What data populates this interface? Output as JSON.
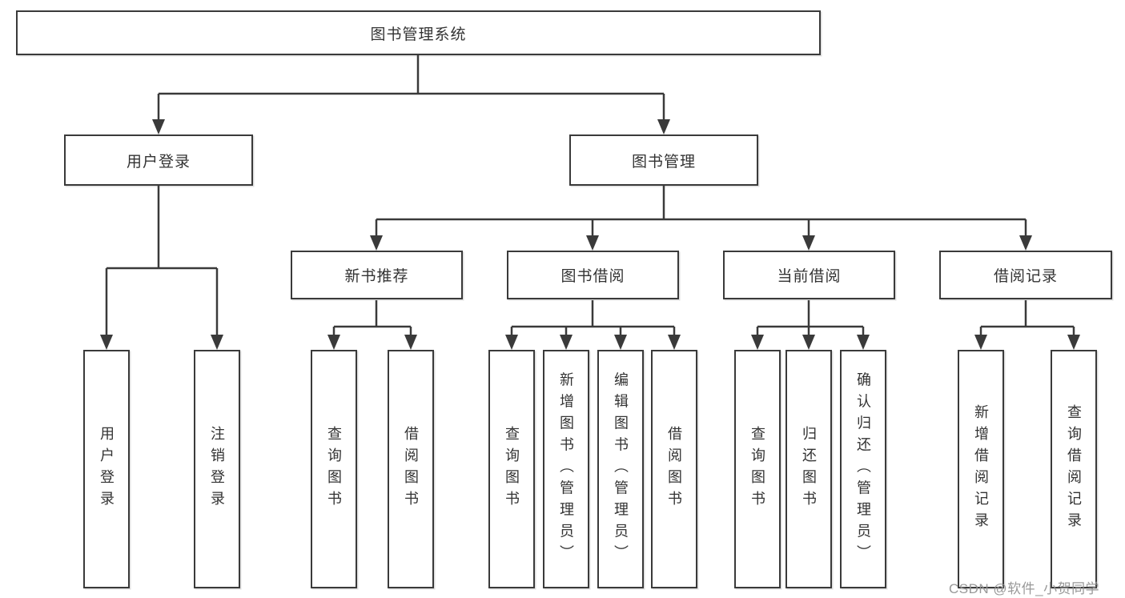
{
  "diagram": {
    "root": "图书管理系统",
    "level2": [
      {
        "label": "用户登录",
        "children": [
          "用户登录",
          "注销登录"
        ]
      },
      {
        "label": "图书管理",
        "children": [
          {
            "label": "新书推荐",
            "children": [
              "查询图书",
              "借阅图书"
            ]
          },
          {
            "label": "图书借阅",
            "children": [
              "查询图书",
              "新增图书（管理员）",
              "编辑图书（管理员）",
              "借阅图书"
            ]
          },
          {
            "label": "当前借阅",
            "children": [
              "查询图书",
              "归还图书",
              "确认归还（管理员）"
            ]
          },
          {
            "label": "借阅记录",
            "children": [
              "新增借阅记录",
              "查询借阅记录"
            ]
          }
        ]
      }
    ]
  },
  "watermark": {
    "text": "CSDN @软件_小贺同学"
  },
  "colors": {
    "line": "#3a3a3a",
    "box_border": "#3a3a3a",
    "text": "#333333",
    "background": "#ffffff",
    "watermark": "#949494"
  }
}
